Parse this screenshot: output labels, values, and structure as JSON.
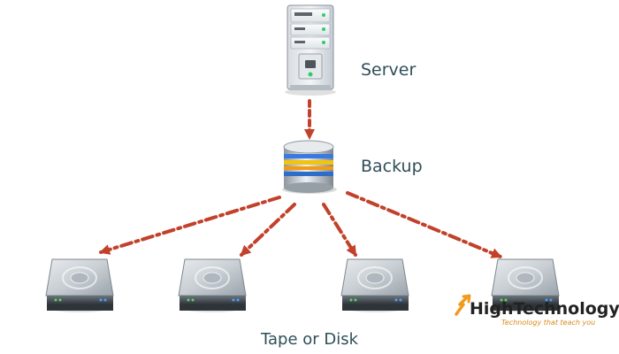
{
  "labels": {
    "server": "Server",
    "backup": "Backup",
    "storage": "Tape or Disk"
  },
  "watermark": {
    "title": "HighTechnology",
    "tagline": "Technology that teach you",
    "brand_color": "#f39a1e",
    "brand_icon": "arrow-mark-icon"
  },
  "colors": {
    "connector": "#c2412a",
    "label_text": "#2f4f5a",
    "server_body": "#d9dde1",
    "backup_stripe_1": "#3a7ae0",
    "backup_stripe_2": "#f1c40f",
    "backup_stripe_3": "#f39c12",
    "disk_face": "#b9bfc5"
  },
  "icons": {
    "server": "server-icon",
    "backup": "database-icon",
    "storage": "hard-drive-icon"
  }
}
